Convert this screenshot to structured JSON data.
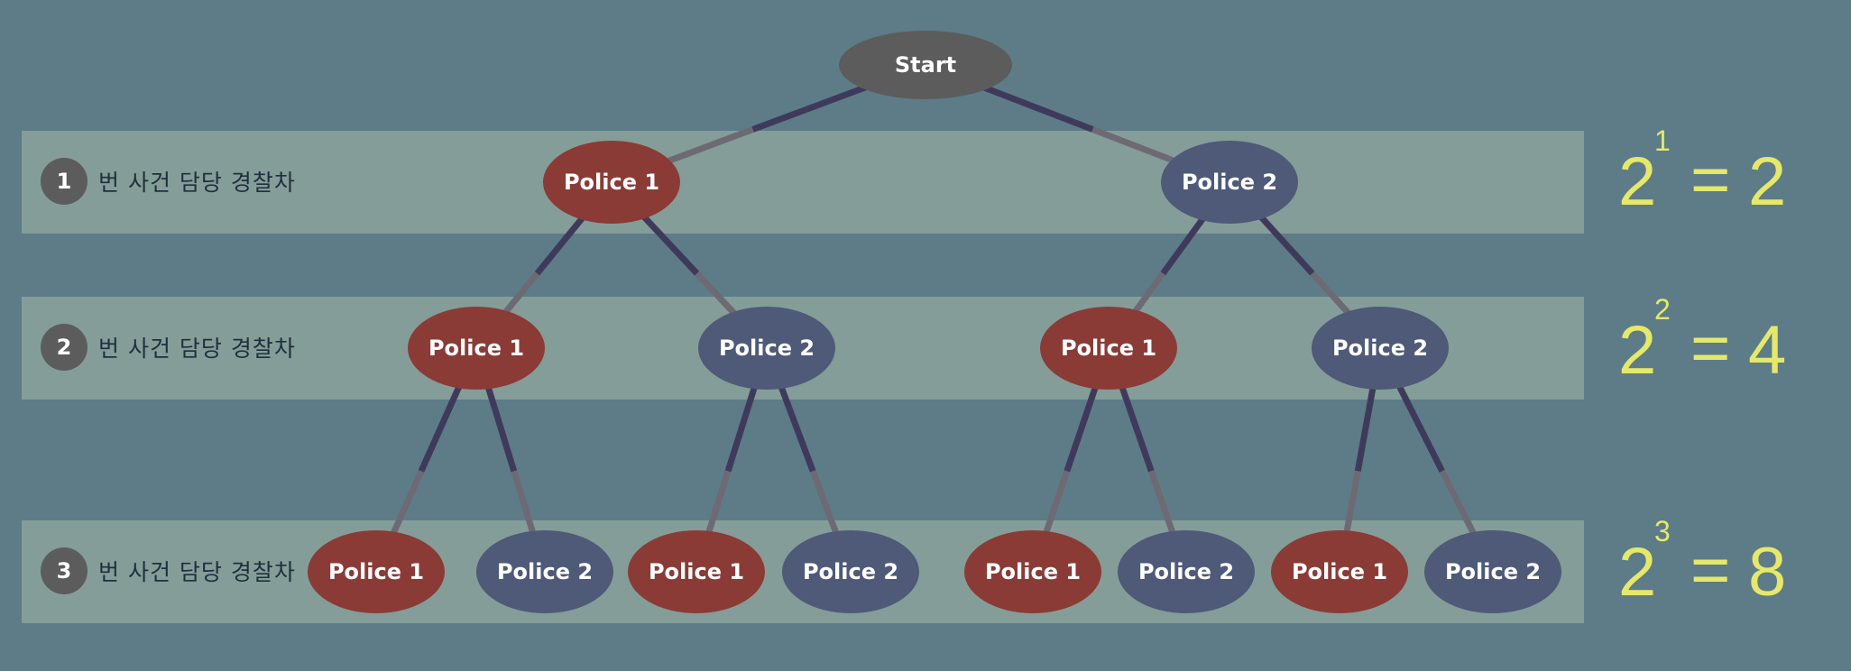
{
  "colors": {
    "background": "#5d7c88",
    "band": "#849d98",
    "police1": "#8b3b36",
    "police2": "#4e5a78",
    "start": "#5c5c5c",
    "edge_dark": "#3f3a5c",
    "edge_light": "#6d6a74",
    "formula": "#e6e86a"
  },
  "levels": [
    {
      "badge": "1",
      "label": "번 사건 담당 경찰차",
      "formula": {
        "base": "2",
        "exp": "1",
        "eq": "=",
        "result": "2"
      }
    },
    {
      "badge": "2",
      "label": "번 사건 담당 경찰차",
      "formula": {
        "base": "2",
        "exp": "2",
        "eq": "=",
        "result": "4"
      }
    },
    {
      "badge": "3",
      "label": "번 사건 담당 경찰차",
      "formula": {
        "base": "2",
        "exp": "3",
        "eq": "=",
        "result": "8"
      }
    }
  ],
  "tree": {
    "root": "Start",
    "node_labels": {
      "police1": "Police 1",
      "police2": "Police 2"
    },
    "levels": [
      [
        "police1",
        "police2"
      ],
      [
        "police1",
        "police2",
        "police1",
        "police2"
      ],
      [
        "police1",
        "police2",
        "police1",
        "police2",
        "police1",
        "police2",
        "police1",
        "police2"
      ]
    ]
  }
}
